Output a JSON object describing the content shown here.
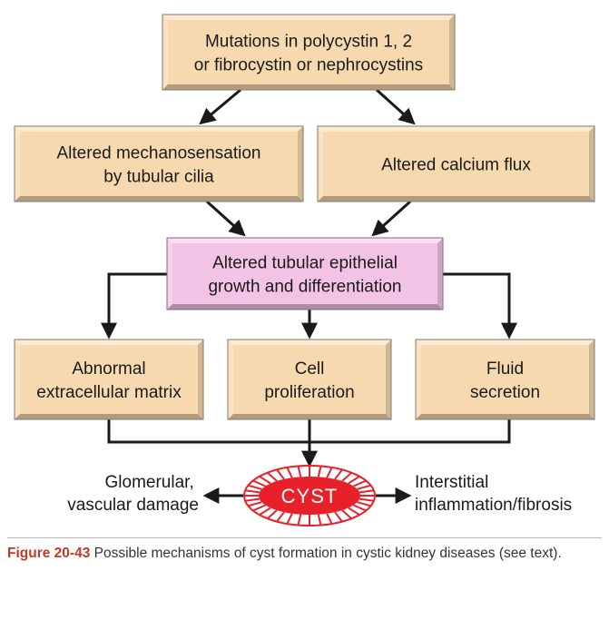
{
  "nodes": {
    "mutations": [
      "Mutations in polycystin 1, 2",
      "or fibrocystin or nephrocystins"
    ],
    "mechanosensation": [
      "Altered mechanosensation",
      "by tubular cilia"
    ],
    "calcium": [
      "Altered calcium flux"
    ],
    "growth": [
      "Altered tubular epithelial",
      "growth and differentiation"
    ],
    "matrix": [
      "Abnormal",
      "extracellular matrix"
    ],
    "proliferation": [
      "Cell",
      "proliferation"
    ],
    "secretion": [
      "Fluid",
      "secretion"
    ],
    "cyst": "CYST",
    "glomerular": [
      "Glomerular,",
      "vascular damage"
    ],
    "interstitial": [
      "Interstitial",
      "inflammation/fibrosis"
    ]
  },
  "caption": {
    "label": "Figure 20-43",
    "text": " Possible mechanisms of cyst formation in cystic kidney diseases (see text)."
  },
  "colors": {
    "tan_box": "#f7d9b0",
    "pink_box": "#f3c3e6",
    "cyst_red": "#e8202a",
    "caption_label": "#c0392b"
  }
}
